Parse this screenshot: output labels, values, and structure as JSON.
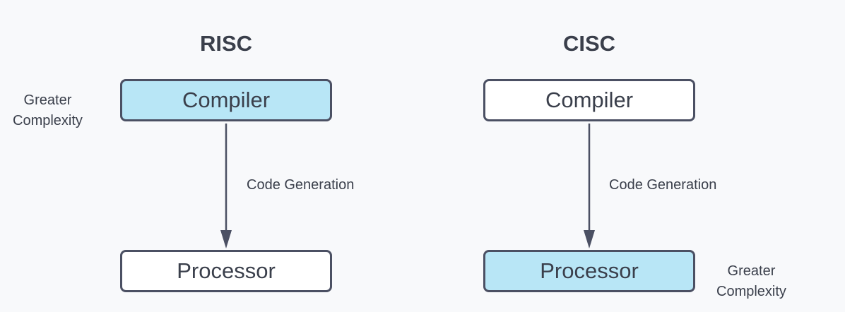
{
  "risc": {
    "title": "RISC",
    "compiler_label": "Compiler",
    "edge_label": "Code Generation",
    "processor_label": "Processor",
    "note_line1": "Greater",
    "note_line2": "Complexity",
    "highlighted": "compiler"
  },
  "cisc": {
    "title": "CISC",
    "compiler_label": "Compiler",
    "edge_label": "Code Generation",
    "processor_label": "Processor",
    "note_line1": "Greater",
    "note_line2": "Complexity",
    "highlighted": "processor"
  },
  "colors": {
    "highlight_fill": "#b8e6f6",
    "box_fill": "#ffffff",
    "border": "#4b5063",
    "text": "#3a3f4b",
    "background": "#f8f9fb"
  }
}
